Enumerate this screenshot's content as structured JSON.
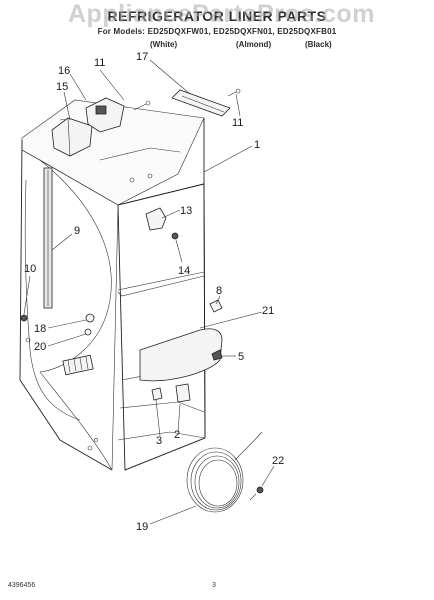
{
  "header": {
    "title": "REFRIGERATOR LINER PARTS",
    "models": "For Models: ED25DQXFW01, ED25DQXFN01, ED25DQXFB01",
    "colors": [
      "(White)",
      "(Almond)",
      "(Black)"
    ]
  },
  "watermark": "AppliancePartsPros.com",
  "callouts": [
    "1",
    "2",
    "3",
    "5",
    "8",
    "9",
    "10",
    "11",
    "11",
    "13",
    "14",
    "15",
    "16",
    "17",
    "18",
    "19",
    "20",
    "21",
    "22"
  ],
  "footer": {
    "code": "4396456",
    "page": "3"
  }
}
